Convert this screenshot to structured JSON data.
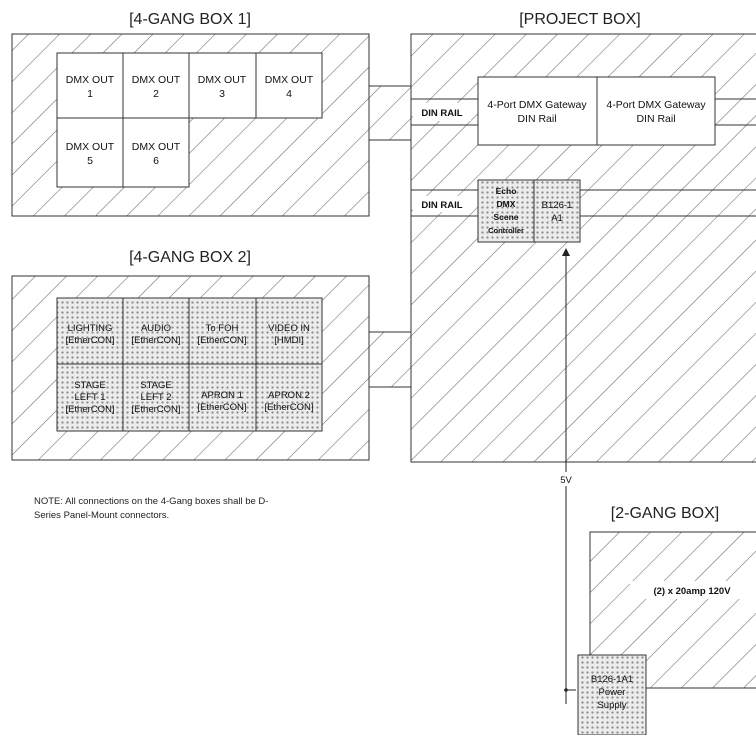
{
  "titles": {
    "box1": "[4-GANG BOX 1]",
    "project": "[PROJECT BOX]",
    "box2": "[4-GANG BOX 2]",
    "twogang": "[2-GANG BOX]"
  },
  "box1_ports": [
    [
      "DMX OUT",
      "1"
    ],
    [
      "DMX OUT",
      "2"
    ],
    [
      "DMX OUT",
      "3"
    ],
    [
      "DMX OUT",
      "4"
    ],
    [
      "DMX OUT",
      "5"
    ],
    [
      "DMX OUT",
      "6"
    ]
  ],
  "box2_ports": [
    [
      "LIGHTING",
      "[EtherCON]"
    ],
    [
      "AUDIO",
      "[EtherCON]"
    ],
    [
      "To FOH",
      "[EtherCON]"
    ],
    [
      "VIDEO IN",
      "[HMDI]"
    ],
    [
      "STAGE",
      "LEFT 1",
      "[EtherCON]"
    ],
    [
      "STAGE",
      "LEFT 2",
      "[EtherCON]"
    ],
    [
      "APRON 1",
      "[EtherCON]"
    ],
    [
      "APRON 2",
      "[EtherCON]"
    ]
  ],
  "rails": {
    "rail1": "DIN RAIL",
    "rail2": "DIN RAIL"
  },
  "gateways": [
    [
      "4-Port DMX Gateway",
      "DIN Rail"
    ],
    [
      "4-Port DMX Gateway",
      "DIN Rail"
    ]
  ],
  "echo": [
    "Echo",
    "DMX",
    "Scene",
    "Controller"
  ],
  "b126": [
    "B126-1",
    "A1"
  ],
  "voltage": "5V",
  "power_supply": [
    "B126-1A1",
    "Power",
    "Supply"
  ],
  "breakers": "(2) x 20amp 120V",
  "note": [
    "NOTE: All connections on the 4-Gang boxes shall be D-",
    "Series Panel-Mount connectors."
  ]
}
